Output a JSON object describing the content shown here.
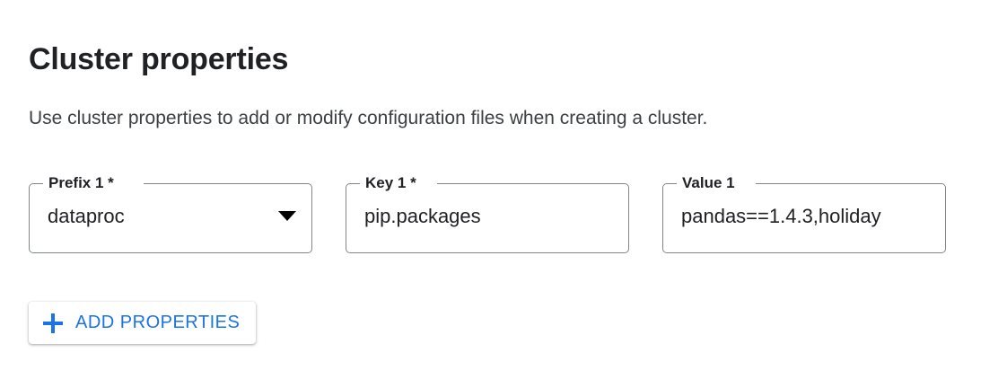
{
  "section": {
    "title": "Cluster properties",
    "description": "Use cluster properties to add or modify configuration files when creating a cluster."
  },
  "fields": [
    {
      "label": "Prefix 1 *",
      "value": "dataproc",
      "type": "select",
      "icon": "chevron-down-icon",
      "required": true
    },
    {
      "label": "Key 1 *",
      "value": "pip.packages",
      "type": "text",
      "required": true
    },
    {
      "label": "Value 1",
      "value": "pandas==1.4.3,holiday",
      "type": "text",
      "required": false
    }
  ],
  "add_button": {
    "label": "ADD PROPERTIES",
    "icon": "plus-icon",
    "accent_color": "#1a73e8"
  },
  "colors": {
    "background": "#ffffff",
    "text_primary": "#202124",
    "text_secondary": "#3c4043",
    "field_border": "#80868b",
    "accent": "#1a73e8"
  }
}
